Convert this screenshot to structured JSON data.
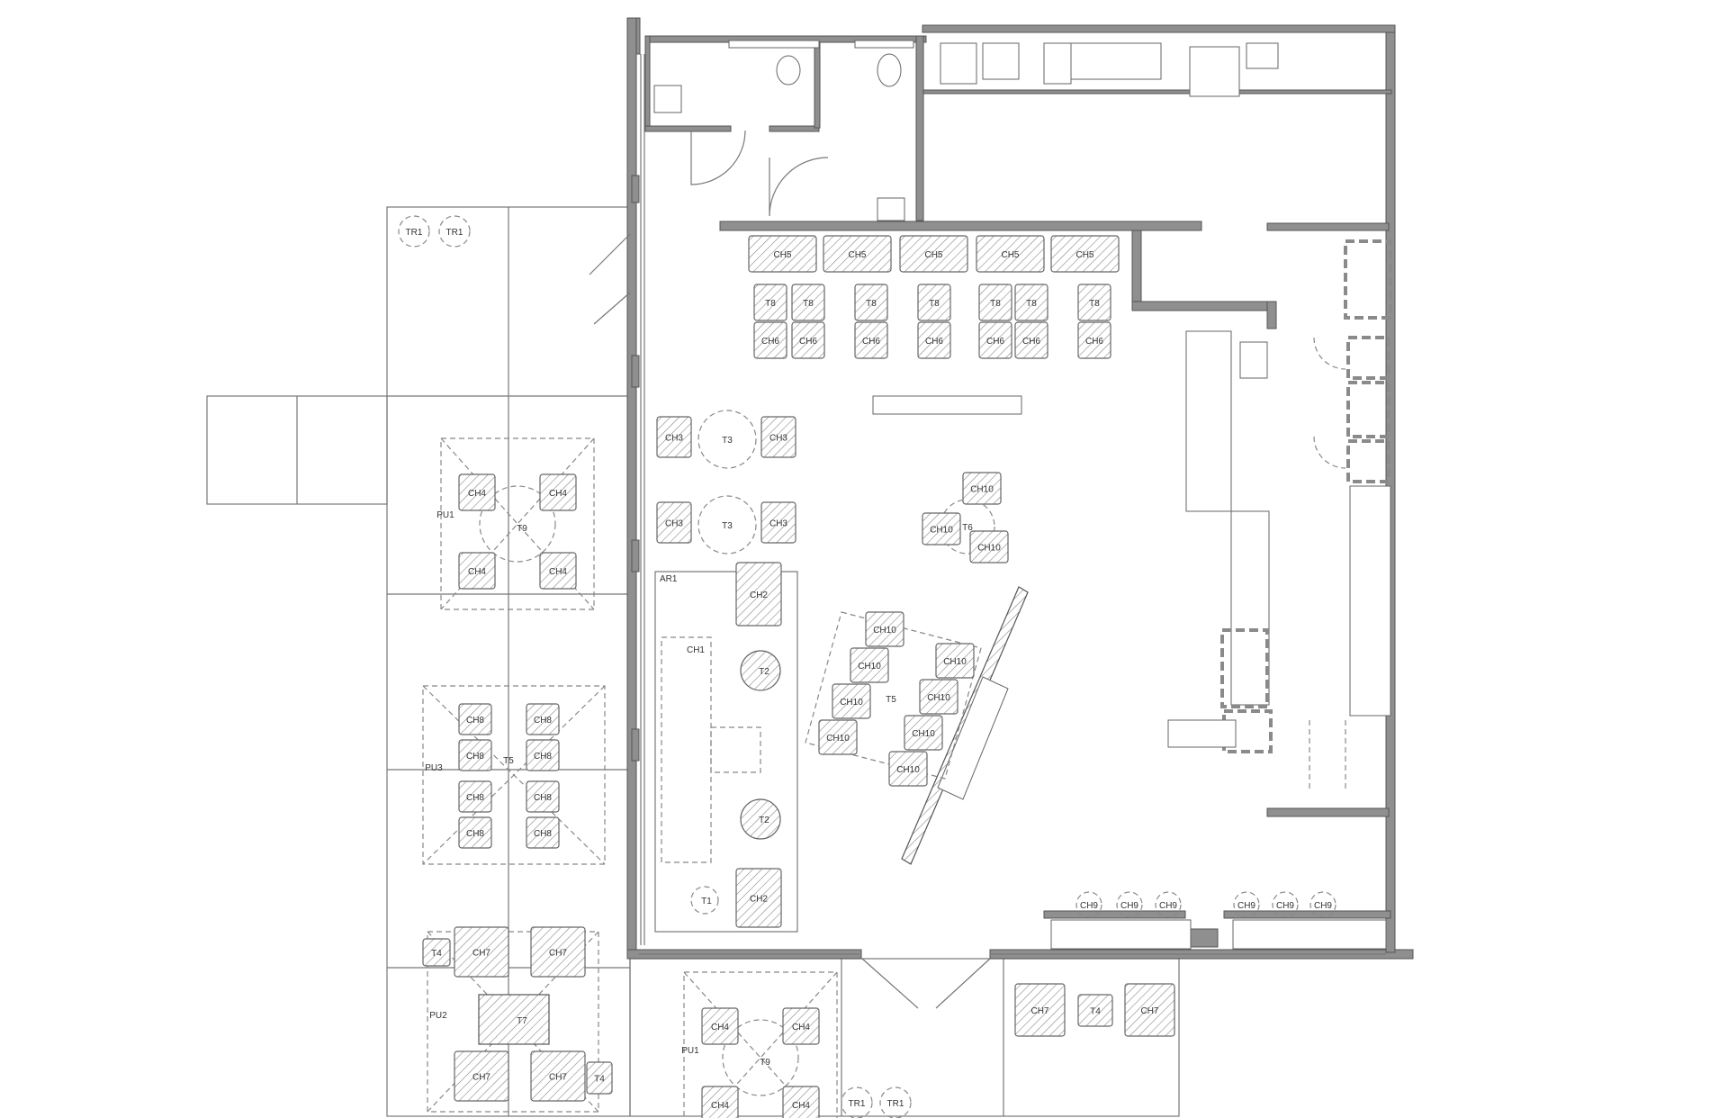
{
  "labels": {
    "tr1": "TR1",
    "ch1": "CH1",
    "ch2": "CH2",
    "ch3": "CH3",
    "ch4": "CH4",
    "ch5": "CH5",
    "ch6": "CH6",
    "ch7": "CH7",
    "ch8": "CH8",
    "ch9": "CH9",
    "ch10": "CH10",
    "t1": "T1",
    "t2": "T2",
    "t3": "T3",
    "t4": "T4",
    "t5": "T5",
    "t6": "T6",
    "t7": "T7",
    "t8": "T8",
    "t9": "T9",
    "pu1": "PU1",
    "pu2": "PU2",
    "pu3": "PU3",
    "ar1": "AR1"
  },
  "colors": {
    "wall": "#8f8f8f",
    "line": "#777777",
    "background": "#ffffff"
  }
}
